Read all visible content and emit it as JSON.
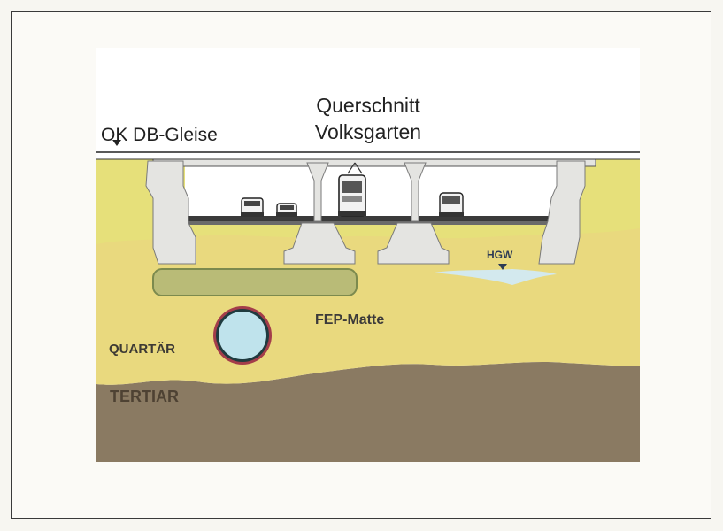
{
  "title": {
    "line1": "Querschnitt",
    "line2": "Volksgarten"
  },
  "labels": {
    "track_level": "OK DB-Gleise",
    "groundwater": "HGW",
    "fep_mat": "FEP-Matte",
    "quaternary": "QUARTÄR",
    "tertiary": "TERTIAR"
  },
  "colors": {
    "quaternary_soil": "#e9d97e",
    "upper_fill": "#e6e07a",
    "tertiary_soil": "#8a7a62",
    "concrete": "#e4e4e1",
    "fep_mat": "#b9bb77",
    "pipe_outer": "#a33d4a",
    "pipe_water": "#bfe3ec",
    "groundwater": "#d3e9ee"
  },
  "vehicles": [
    "car",
    "car",
    "tram",
    "van"
  ]
}
